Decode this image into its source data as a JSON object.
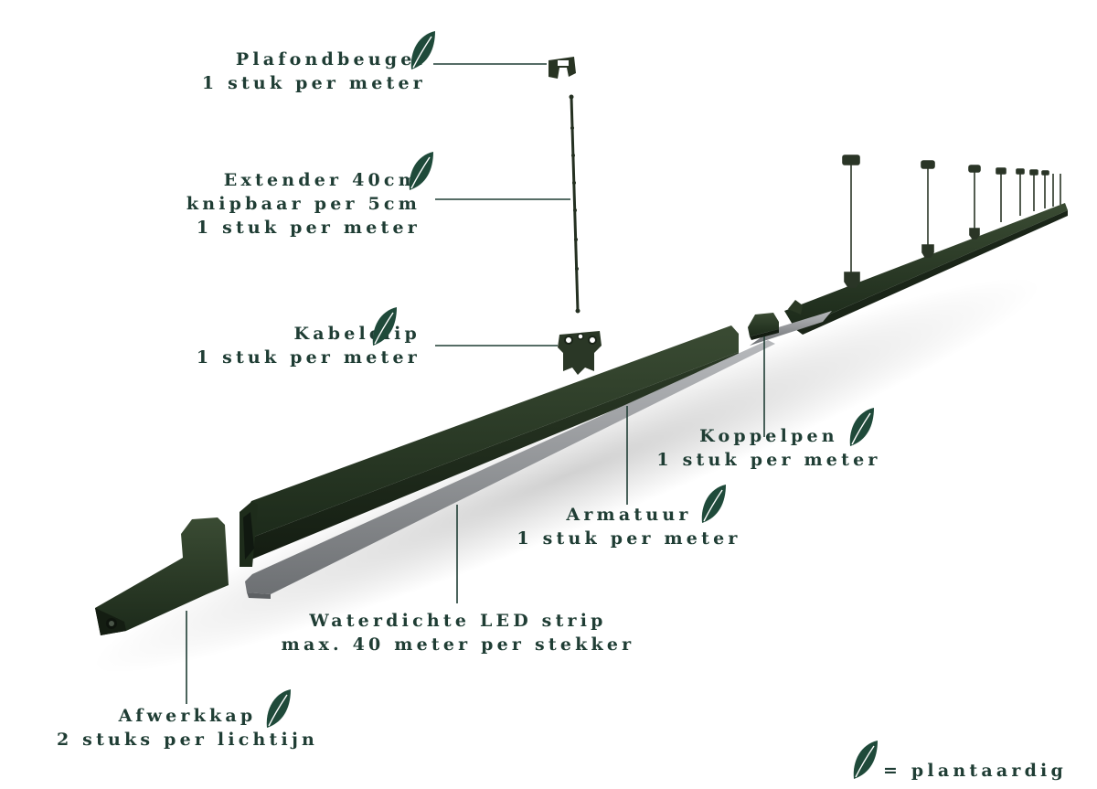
{
  "labels": {
    "plafondbeugel": {
      "title": "Plafondbeugel",
      "detail": "1 stuk per meter"
    },
    "extender": {
      "title": "Extender 40cm",
      "detail": "knipbaar per 5cm",
      "detail2": "1 stuk per meter"
    },
    "kabelclip": {
      "title": "Kabelclip",
      "detail": "1 stuk per meter"
    },
    "koppelpen": {
      "title": "Koppelpen",
      "detail": "1 stuk per meter"
    },
    "armatuur": {
      "title": "Armatuur",
      "detail": "1 stuk per meter"
    },
    "ledstrip": {
      "title": "Waterdichte LED strip",
      "detail": "max. 40 meter per stekker"
    },
    "afwerkkap": {
      "title": "Afwerkkap",
      "detail": "2 stuks per lichtijn"
    }
  },
  "legend": {
    "text": "= plantaardig",
    "icon": "leaf-icon"
  },
  "colors": {
    "text": "#1f3d34",
    "leaf": "#1f4a3a",
    "profile": "#22321f",
    "strip": "#8c8f92"
  }
}
